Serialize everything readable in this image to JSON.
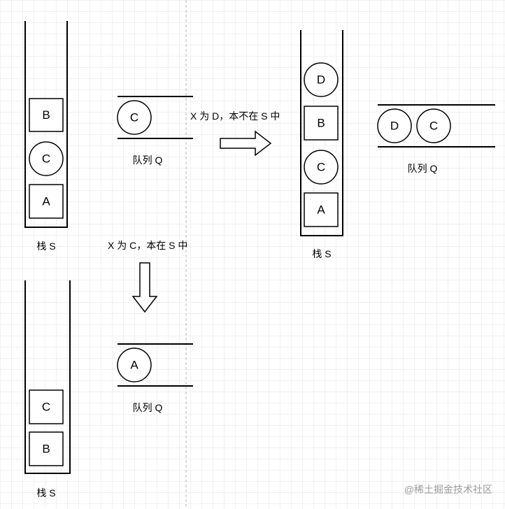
{
  "panels": {
    "top_left": {
      "stack_items": [
        "B",
        "C",
        "A"
      ],
      "stack_label": "栈 S",
      "queue_items": [
        "C"
      ],
      "queue_label": "队列 Q"
    },
    "top_right": {
      "stack_items": [
        "D",
        "B",
        "C",
        "A"
      ],
      "stack_label": "栈 S",
      "queue_items": [
        "D",
        "C"
      ],
      "queue_label": "队列 Q"
    },
    "bottom_left": {
      "stack_items": [
        "C",
        "B"
      ],
      "stack_label": "栈 S",
      "queue_items": [
        "A"
      ],
      "queue_label": "队列 Q"
    }
  },
  "transitions": {
    "right": "X 为 D，本不在 S 中",
    "down": "X 为 C，本在 S 中"
  },
  "watermark": "@稀土掘金技术社区"
}
